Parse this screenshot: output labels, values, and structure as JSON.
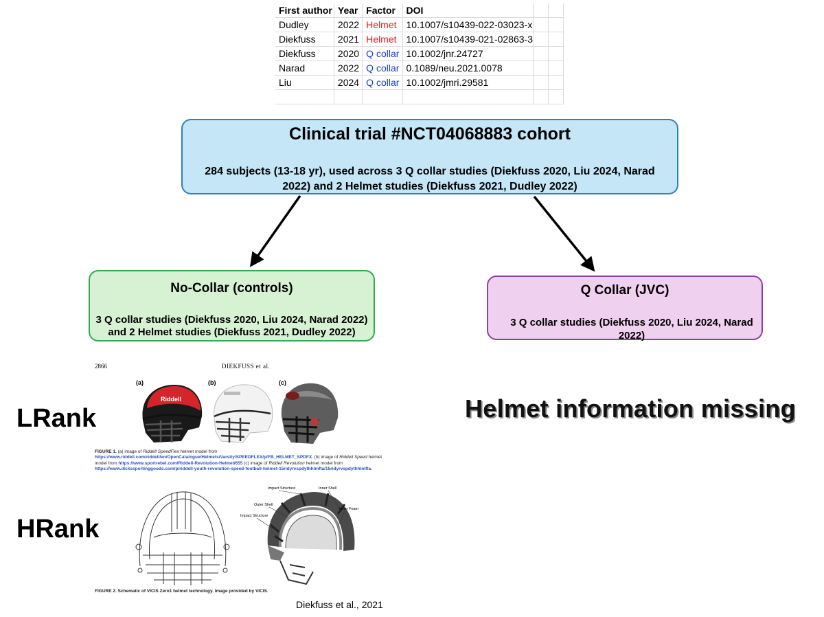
{
  "table": {
    "headers": [
      "First author",
      "Year",
      "Factor",
      "DOI"
    ],
    "rows": [
      {
        "author": "Dudley",
        "year": "2022",
        "factor": "Helmet",
        "factor_color": "#e02020",
        "doi": "10.1007/s10439-022-03023-x"
      },
      {
        "author": "Diekfuss",
        "year": "2021",
        "factor": "Helmet",
        "factor_color": "#e02020",
        "doi": "10.1007/s10439-021-02863-3"
      },
      {
        "author": "Diekfuss",
        "year": "2020",
        "factor": "Q collar",
        "factor_color": "#1a3cd6",
        "doi": "10.1002/jnr.24727"
      },
      {
        "author": "Narad",
        "year": "2022",
        "factor": "Q collar",
        "factor_color": "#1a3cd6",
        "doi": "0.1089/neu.2021.0078"
      },
      {
        "author": "Liu",
        "year": "2024",
        "factor": "Q collar",
        "factor_color": "#1a3cd6",
        "doi": "10.1002/jmri.29581"
      }
    ]
  },
  "trial_box": {
    "title": "Clinical trial #NCT04068883 cohort",
    "description": "284 subjects (13-18 yr), used across 3 Q collar studies (Diekfuss 2020, Liu 2024, Narad 2022) and 2 Helmet studies (Diekfuss 2021, Dudley 2022)"
  },
  "no_collar_box": {
    "title": "No-Collar (controls)",
    "description": "3 Q collar studies (Diekfuss 2020, Liu 2024, Narad 2022) and 2 Helmet studies (Diekfuss 2021, Dudley 2022)"
  },
  "q_collar_box": {
    "title": "Q Collar (JVC)",
    "description": "3 Q collar studies (Diekfuss 2020, Liu 2024, Narad 2022)"
  },
  "labels": {
    "lrank": "LRank",
    "hrank": "HRank",
    "missing": "Helmet information missing",
    "credit": "Diekfuss et al., 2021"
  },
  "paper": {
    "page_number": "2866",
    "running_head": "DIEKFUSS et al.",
    "panel_a": "(a)",
    "panel_b": "(b)",
    "panel_c": "(c)",
    "brand": "Riddell",
    "fig1_label": "FIGURE 1.",
    "fig1_t1": "(a) image of ",
    "fig1_t2": "Riddell SpeedFlex",
    "fig1_t3": " helmet model from ",
    "fig1_link1": "https://www.riddell.com/riddell/en/OpenCatalogue/Helmets/Varsity/SPEEDFLEX/p/FB_HELMET_SPDFX",
    "fig1_t4": ". (b) image of ",
    "fig1_t5": "Riddell Speed",
    "fig1_link2": "https://www.sportrebel.com/Riddell-Revolution-Helmet/655",
    "fig1_t6": " (c) image of ",
    "fig1_t7": "Riddell Revolution",
    "fig1_link3": "https://www.dickssportinggoods.com/p/riddell-youth-revolution-speed-football-helmet-15ridyrvspdythhlmfta/15ridyrvspdythhlmfta",
    "fig1_end": ".",
    "schematic_labels": {
      "impact_top": "Impact Structure",
      "inner_shell": "Inner Shell",
      "outer_shell": "Outer Shell",
      "inner_foam": "Inner Foam",
      "impact_left": "Impact Structure"
    },
    "fig2_label": "FIGURE 2.",
    "fig2_text": "Schematic of VICIS Zero1 helmet technology. Image provided by VICIS."
  }
}
